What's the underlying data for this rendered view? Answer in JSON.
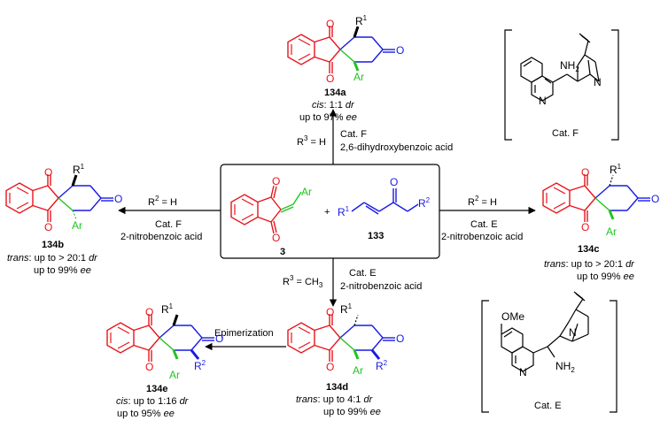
{
  "colors": {
    "indandione": "#e8141b",
    "ketone": "#1a1ae6",
    "aryl": "#21c421",
    "substituent_r3": "#e61ae6",
    "text": "#000000"
  },
  "center": {
    "reactant_3_label": "3",
    "reactant_133_label": "133",
    "plus": "+",
    "ar": "Ar",
    "r1": "R",
    "r1_sup": "1",
    "r2": "R",
    "r2_sup": "2",
    "o": "O"
  },
  "arrow_top": {
    "condition": "R",
    "condition_sup": "3",
    "condition_rest": " = H",
    "catalyst": "Cat. F",
    "additive": "2,6-dihydroxybenzoic acid"
  },
  "arrow_left": {
    "condition": "R",
    "condition_sup": "2",
    "condition_rest": " = H",
    "catalyst": "Cat. F",
    "additive": "2-nitrobenzoic acid"
  },
  "arrow_right": {
    "condition": "R",
    "condition_sup": "2",
    "condition_rest": " = H",
    "catalyst": "Cat. E",
    "additive": "2-nitrobenzoic acid"
  },
  "arrow_bottom": {
    "condition": "R",
    "condition_sup": "3",
    "condition_rest": " = CH",
    "condition_sub": "3",
    "catalyst": "Cat. E",
    "additive": "2-nitrobenzoic acid"
  },
  "arrow_epimerization": {
    "label": "Epimerization"
  },
  "products": {
    "p134a": {
      "label": "134a",
      "sel1_italic": "cis",
      "sel1_rest": ": 1:1 ",
      "sel1_unit": "dr",
      "sel2_rest": "up to 97% ",
      "sel2_unit": "ee"
    },
    "p134b": {
      "label": "134b",
      "sel1_italic": "trans",
      "sel1_rest": ": up to > 20:1 ",
      "sel1_unit": "dr",
      "sel2_rest": "up to 99% ",
      "sel2_unit": "ee"
    },
    "p134c": {
      "label": "134c",
      "sel1_italic": "trans",
      "sel1_rest": ": up to > 20:1 ",
      "sel1_unit": "dr",
      "sel2_rest": "up to 99% ",
      "sel2_unit": "ee"
    },
    "p134d": {
      "label": "134d",
      "sel1_italic": "trans",
      "sel1_rest": ": up to 4:1 ",
      "sel1_unit": "dr",
      "sel2_rest": "up to 99% ",
      "sel2_unit": "ee"
    },
    "p134e": {
      "label": "134e",
      "sel1_italic": "cis",
      "sel1_rest": ": up to 1:16 ",
      "sel1_unit": "dr",
      "sel2_rest": "up to 95% ",
      "sel2_unit": "ee"
    }
  },
  "catalyst_f": {
    "label": "Cat. F",
    "nh2": "NH",
    "nh2_sub": "2",
    "n": "N"
  },
  "catalyst_e": {
    "label": "Cat. E",
    "ome": "OMe",
    "nh2": "NH",
    "nh2_sub": "2",
    "n": "N"
  }
}
